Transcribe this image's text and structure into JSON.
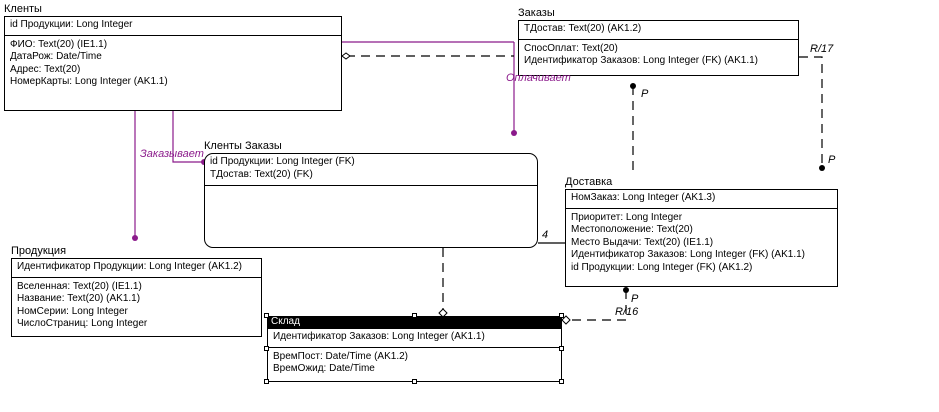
{
  "entities": {
    "klienty": {
      "title": "Кленты",
      "key": [
        "id Продукции: Long Integer"
      ],
      "attrs": [
        "ФИО: Text(20) (IE1.1)",
        "ДатаРож: Date/Time",
        "Адрес: Text(20)",
        "НомерКарты: Long Integer (AK1.1)"
      ]
    },
    "zakazy": {
      "title": "Заказы",
      "key": [
        "TДостав: Text(20) (AK1.2)"
      ],
      "attrs": [
        "СпосОплат: Text(20)",
        "Идентификатор Заказов: Long Integer (FK) (AK1.1)"
      ]
    },
    "klienty_zakazy": {
      "title": "Кленты Заказы",
      "key": [
        "id Продукции: Long Integer (FK)",
        "TДостав: Text(20) (FK)"
      ],
      "attrs": []
    },
    "dostavka": {
      "title": "Доставка",
      "key": [
        "НомЗаказ: Long Integer (AK1.3)"
      ],
      "attrs": [
        "Приоритет: Long Integer",
        "Местоположение: Text(20)",
        "Место Выдачи: Text(20) (IE1.1)",
        "Идентификатор Заказов: Long Integer (FK) (AK1.1)",
        "id Продукции: Long Integer (FK) (AK1.2)"
      ]
    },
    "produktsiya": {
      "title": "Продукция",
      "key": [
        "Идентификатор Продукции: Long Integer (AK1.2)"
      ],
      "attrs": [
        "Вселенная: Text(20) (IE1.1)",
        "Название: Text(20) (AK1.1)",
        "НомСерии: Long Integer",
        "ЧислоСтраниц: Long Integer"
      ]
    },
    "sklad": {
      "title": "Склад",
      "key": [
        "Идентификатор Заказов: Long Integer (AK1.1)"
      ],
      "attrs": [
        "ВремПост: Date/Time (AK1.2)",
        "ВремОжид: Date/Time"
      ]
    }
  },
  "relationships": {
    "zakazyvaet": "Заказывает",
    "oplachivaet": "Оплачивает",
    "r17": "R/17",
    "r16": "R/16"
  },
  "cardinality": {
    "p1": "P",
    "p2": "P",
    "p3": "P",
    "n4": "4"
  },
  "colors": {
    "identifying_line": "#8b1a8b",
    "non_identifying_line": "#000000"
  }
}
